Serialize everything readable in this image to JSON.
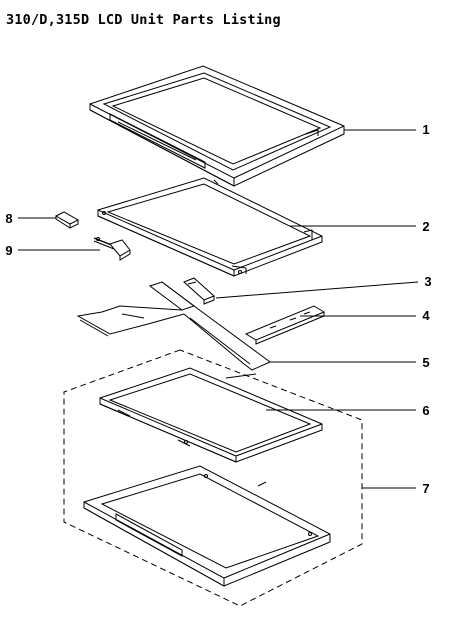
{
  "title": "310/D,315D LCD Unit Parts Listing",
  "callouts": [
    "1",
    "2",
    "3",
    "4",
    "5",
    "6",
    "7",
    "8",
    "9"
  ]
}
